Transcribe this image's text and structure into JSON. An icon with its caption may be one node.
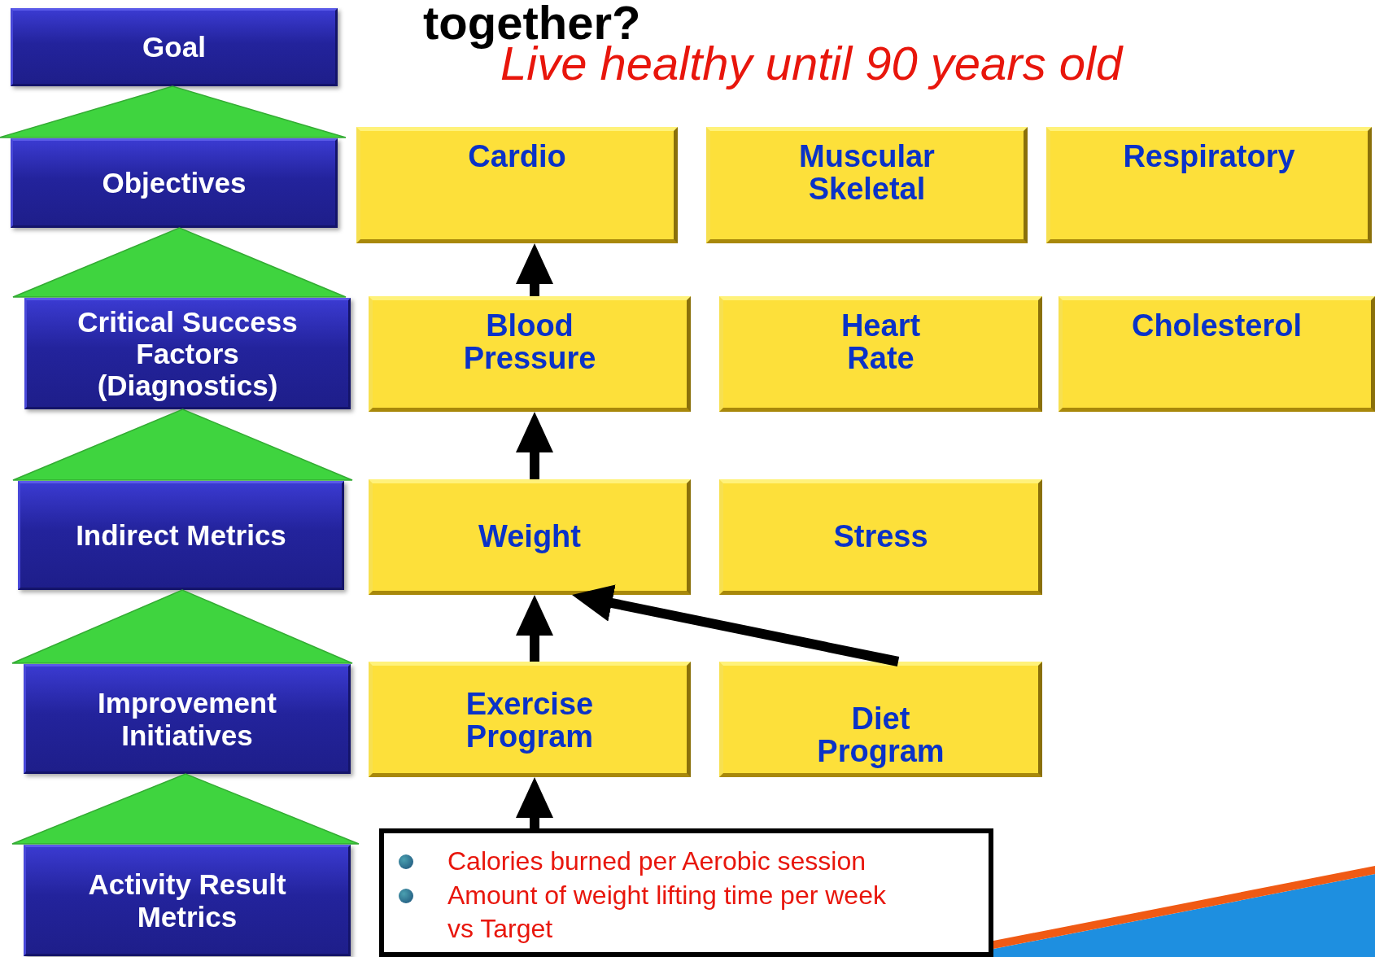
{
  "diagram": {
    "title": "together?",
    "nodes": [
      {
        "text": [
          "Goal"
        ]
      },
      {
        "text": [
          "Objectives"
        ]
      },
      {
        "text": [
          "Critical Success Factors (Diagnostics)"
        ]
      },
      {
        "text": [
          "Indirect Metrics"
        ]
      },
      {
        "text": [
          "Improvement Initiatives"
        ]
      },
      {
        "text": [
          "Activity Result Metrics"
        ]
      },
      {
        "text": [
          "Cardio"
        ]
      },
      {
        "text": [
          "Muscular Skeletal"
        ]
      },
      {
        "text": [
          "Respiratory"
        ]
      },
      {
        "text": [
          "Blood Pressure"
        ]
      },
      {
        "text": [
          "Heart Rate"
        ]
      },
      {
        "text": [
          "Cholesterol"
        ]
      },
      {
        "text": [
          "Weight"
        ]
      },
      {
        "text": [
          "Stress"
        ]
      },
      {
        "text": [
          "Exercise Program"
        ]
      },
      {
        "text": [
          "Diet Program"
        ]
      },
      {
        "text": [
          "Calories burned per Aerobic session",
          "Amount of weight lifting time per week vs Target"
        ]
      }
    ],
    "edges": [
      {
        "from": 1,
        "to": 0,
        "arrow": "to",
        "color": "#3fd43f"
      },
      {
        "from": 2,
        "to": 1,
        "arrow": "to",
        "color": "#3fd43f"
      },
      {
        "from": 3,
        "to": 2,
        "arrow": "to",
        "color": "#3fd43f"
      },
      {
        "from": 4,
        "to": 3,
        "arrow": "to",
        "color": "#3fd43f"
      },
      {
        "from": 5,
        "to": 4,
        "arrow": "to",
        "color": "#3fd43f"
      },
      {
        "from": 9,
        "to": 6,
        "arrow": "to"
      },
      {
        "from": 12,
        "to": 9,
        "arrow": "to"
      },
      {
        "from": 14,
        "to": 12,
        "arrow": "to"
      },
      {
        "from": 15,
        "to": 12,
        "arrow": "to"
      },
      {
        "from": 16,
        "to": 14,
        "arrow": "to"
      }
    ],
    "labels": [
      "Live healthy until 90 years old"
    ]
  }
}
